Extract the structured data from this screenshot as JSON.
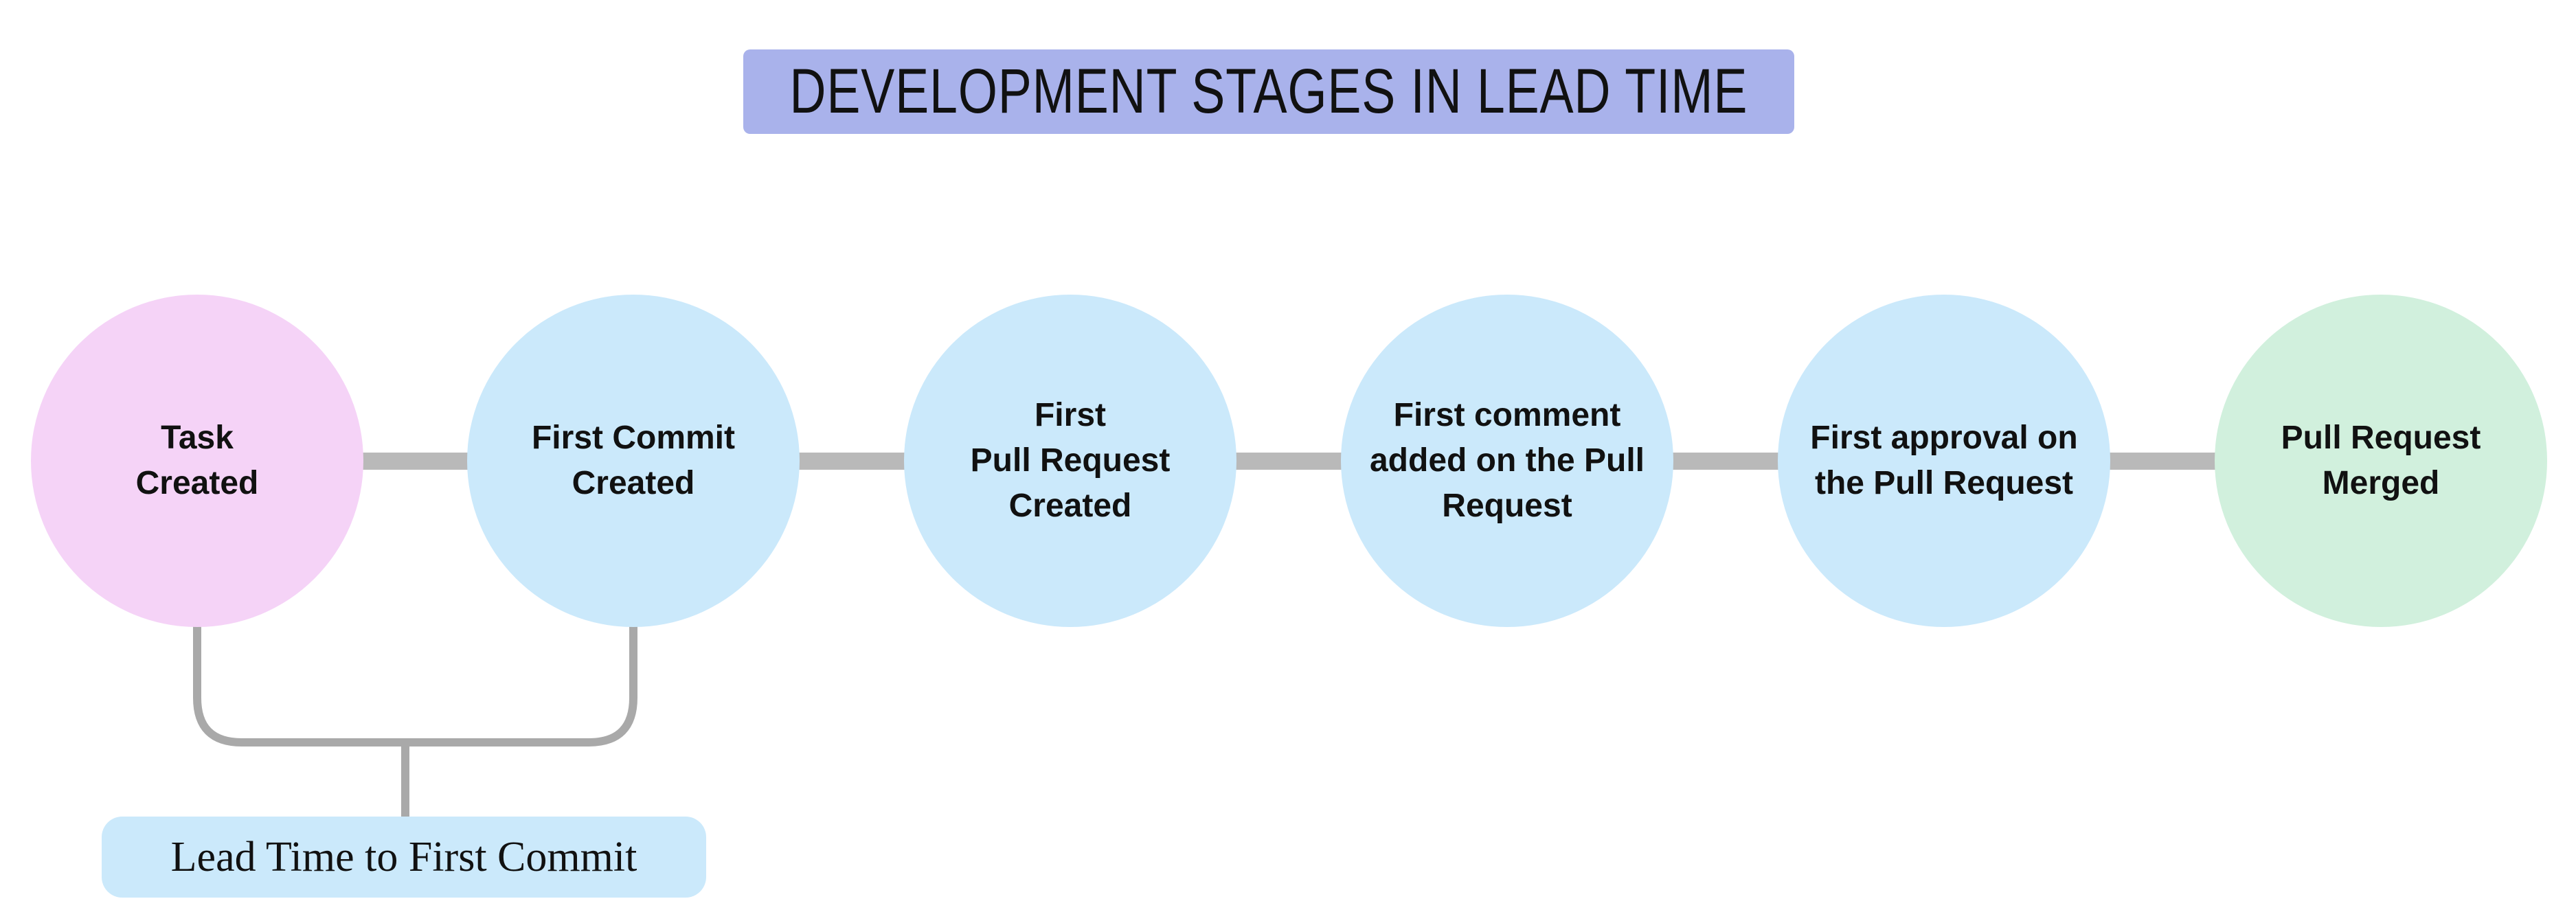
{
  "title": {
    "text": "DEVELOPMENT STAGES IN LEAD TIME",
    "bg_color": "#a9b2eb"
  },
  "stages": [
    {
      "label": "Task\nCreated",
      "color": "#f5d3f7"
    },
    {
      "label": "First Commit\nCreated",
      "color": "#cbe9fb"
    },
    {
      "label": "First\nPull Request\nCreated",
      "color": "#cbe9fb"
    },
    {
      "label": "First comment\nadded on the Pull\nRequest",
      "color": "#cbe9fb"
    },
    {
      "label": "First approval on\nthe Pull Request",
      "color": "#cbe9fb"
    },
    {
      "label": "Pull Request\nMerged",
      "color": "#d1f0dd"
    }
  ],
  "bracket_annotation": {
    "label": "Lead Time to First Commit",
    "bg_color": "#cbe9fb",
    "spans_from": "Task Created",
    "spans_to": "First Commit Created"
  },
  "colors": {
    "background": "#ffffff",
    "connector": "#b9b9b9",
    "bracket": "#a9a9a9",
    "text": "#111111"
  }
}
